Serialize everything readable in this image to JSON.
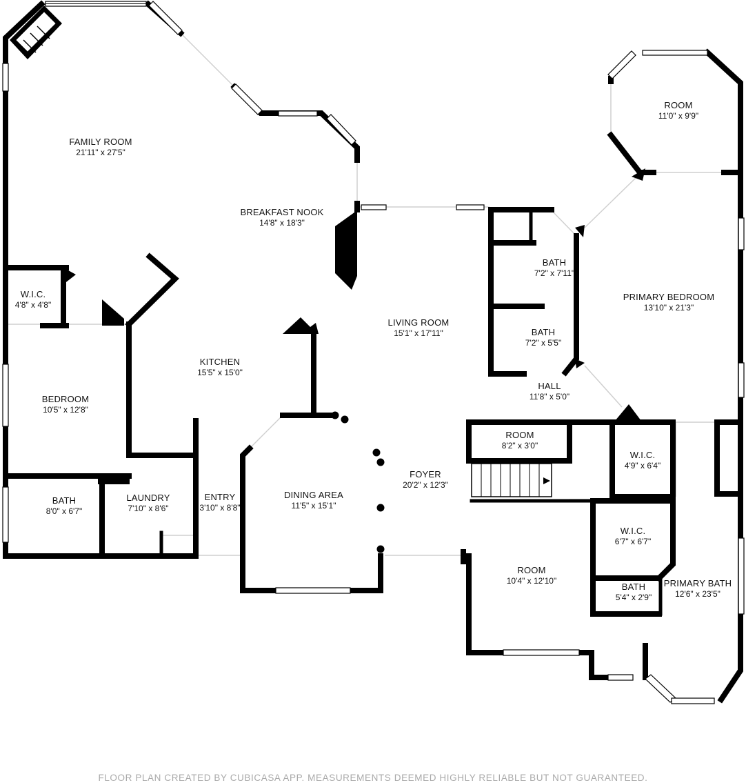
{
  "rooms": [
    {
      "name": "FAMILY ROOM",
      "dims": "21'11\" x 27'5\""
    },
    {
      "name": "BREAKFAST NOOK",
      "dims": "14'8\" x 18'3\""
    },
    {
      "name": "ROOM",
      "dims": "11'0\" x 9'9\""
    },
    {
      "name": "PRIMARY BEDROOM",
      "dims": "13'10\" x 21'3\""
    },
    {
      "name": "BATH",
      "dims": "7'2\" x 7'11\""
    },
    {
      "name": "BATH",
      "dims": "7'2\" x 5'5\""
    },
    {
      "name": "W.I.C.",
      "dims": "4'8\" x 4'8\""
    },
    {
      "name": "LIVING ROOM",
      "dims": "15'1\" x 17'11\""
    },
    {
      "name": "KITCHEN",
      "dims": "15'5\" x 15'0\""
    },
    {
      "name": "BEDROOM",
      "dims": "10'5\" x 12'8\""
    },
    {
      "name": "HALL",
      "dims": "11'8\" x 5'0\""
    },
    {
      "name": "ROOM",
      "dims": "8'2\" x 3'0\""
    },
    {
      "name": "W.I.C.",
      "dims": "4'9\" x 6'4\""
    },
    {
      "name": "FOYER",
      "dims": "20'2\" x 12'3\""
    },
    {
      "name": "BATH",
      "dims": "8'0\" x 6'7\""
    },
    {
      "name": "LAUNDRY",
      "dims": "7'10\" x 8'6\""
    },
    {
      "name": "ENTRY",
      "dims": "3'10\" x 8'8\""
    },
    {
      "name": "DINING AREA",
      "dims": "11'5\" x 15'1\""
    },
    {
      "name": "W.I.C.",
      "dims": "6'7\" x 6'7\""
    },
    {
      "name": "ROOM",
      "dims": "10'4\" x 12'10\""
    },
    {
      "name": "PRIMARY BATH",
      "dims": "12'6\" x 23'5\""
    },
    {
      "name": "BATH",
      "dims": "5'4\" x 2'9\""
    }
  ],
  "footer": "FLOOR PLAN CREATED BY CUBICASA APP. MEASUREMENTS DEEMED HIGHLY RELIABLE BUT NOT GUARANTEED."
}
